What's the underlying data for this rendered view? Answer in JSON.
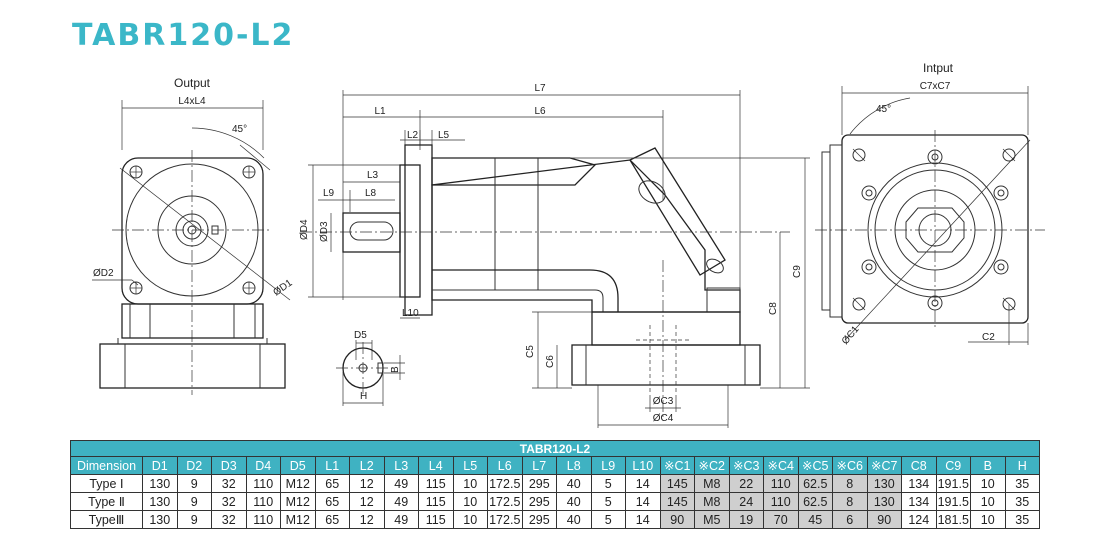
{
  "title": "TABR120-L2",
  "views": {
    "output_label": "Output",
    "input_label": "Intput"
  },
  "dims": {
    "l4xl4": "L4xL4",
    "angle_out": "45°",
    "angle_in": "45°",
    "d2": "ØD2",
    "d1": "ØD1",
    "l7": "L7",
    "l1": "L1",
    "l6": "L6",
    "l2": "L2",
    "l5": "L5",
    "l3": "L3",
    "l9": "L9",
    "l8": "L8",
    "d4": "ØD4",
    "d3": "ØD3",
    "l10": "L10",
    "c9": "C9",
    "c8": "C8",
    "c5": "C5",
    "c6": "C6",
    "c3": "ØC3",
    "c4": "ØC4",
    "d5": "D5",
    "b": "B",
    "h": "H",
    "c7xc7": "C7xC7",
    "c1": "ØC1",
    "c2": "C2"
  },
  "table": {
    "caption": "TABR120-L2",
    "headers": [
      "Dimension",
      "D1",
      "D2",
      "D3",
      "D4",
      "D5",
      "L1",
      "L2",
      "L3",
      "L4",
      "L5",
      "L6",
      "L7",
      "L8",
      "L9",
      "L10",
      "※C1",
      "※C2",
      "※C3",
      "※C4",
      "※C5",
      "※C6",
      "※C7",
      "C8",
      "C9",
      "B",
      "H"
    ],
    "rows": [
      [
        "Type Ⅰ",
        "130",
        "9",
        "32",
        "110",
        "M12",
        "65",
        "12",
        "49",
        "115",
        "10",
        "172.5",
        "295",
        "40",
        "5",
        "14",
        "145",
        "M8",
        "22",
        "110",
        "62.5",
        "8",
        "130",
        "134",
        "191.5",
        "10",
        "35"
      ],
      [
        "Type Ⅱ",
        "130",
        "9",
        "32",
        "110",
        "M12",
        "65",
        "12",
        "49",
        "115",
        "10",
        "172.5",
        "295",
        "40",
        "5",
        "14",
        "145",
        "M8",
        "24",
        "110",
        "62.5",
        "8",
        "130",
        "134",
        "191.5",
        "10",
        "35"
      ],
      [
        "TypeⅢ",
        "130",
        "9",
        "32",
        "110",
        "M12",
        "65",
        "12",
        "49",
        "115",
        "10",
        "172.5",
        "295",
        "40",
        "5",
        "14",
        "90",
        "M5",
        "19",
        "70",
        "45",
        "6",
        "90",
        "124",
        "181.5",
        "10",
        "35"
      ]
    ]
  }
}
